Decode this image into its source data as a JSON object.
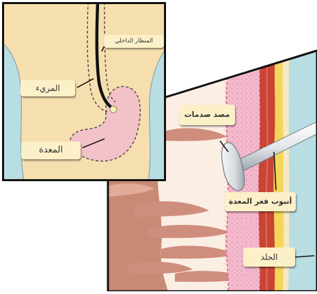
{
  "labels": {
    "endoscope": "المنظار الداخلي",
    "esophagus": "المريء",
    "stomach": "المعدة",
    "bumper": "مصد صدمات",
    "g_tube": "أنبوب فغر المعدة",
    "skin": "الجلد"
  },
  "colors": {
    "skin_beige": "#f6dfae",
    "body_blue": "#b8dde2",
    "stomach_pink": "#f3c2c8",
    "muscle_red": "#c94434",
    "fat_yellow": "#f4d65a",
    "stomach_wall": "#c88a75",
    "label_bg": "#fbf0c8",
    "outline": "#111111"
  }
}
